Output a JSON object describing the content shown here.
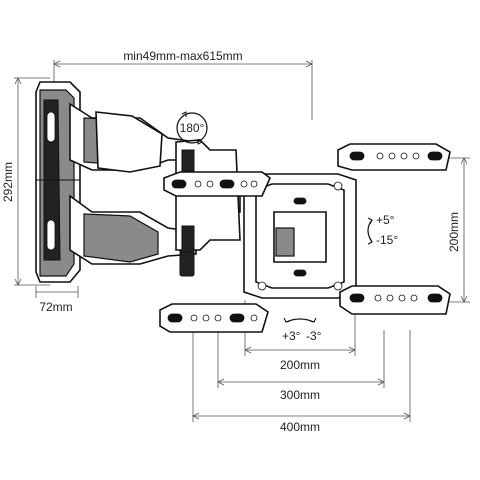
{
  "diagram": {
    "dimensions": {
      "extension": "min49mm-max615mm",
      "height_wall": "292mm",
      "depth_wall": "72mm",
      "vesa_vertical": "200mm",
      "vesa_200": "200mm",
      "vesa_300": "300mm",
      "vesa_400": "400mm"
    },
    "angles": {
      "rotation": "180°",
      "tilt_up": "+5°",
      "tilt_down": "-15°",
      "swivel_left": "+3°",
      "swivel_right": "-3°"
    }
  }
}
